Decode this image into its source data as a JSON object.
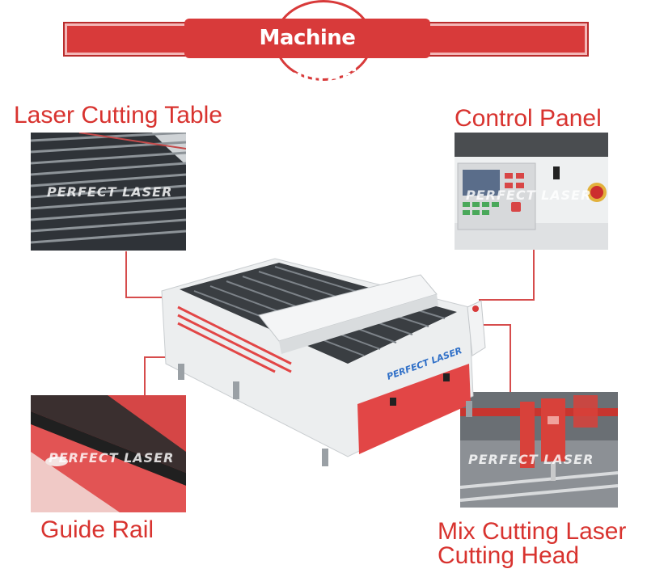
{
  "header": {
    "title": "Machine Configuration"
  },
  "sections": {
    "cutting_table": {
      "label": "Laser Cutting Table",
      "watermark": "PERFECT LASER"
    },
    "control_panel": {
      "label": "Control Panel",
      "watermark": "PERFECT LASER"
    },
    "guide_rail": {
      "label": "Guide Rail",
      "watermark": "PERFECT LASER"
    },
    "cutting_head": {
      "label_line1": "Mix Cutting Laser",
      "label_line2": "Cutting Head",
      "watermark": "PERFECT LASER"
    }
  },
  "machine": {
    "brand": "PERFECT LASER"
  },
  "colors": {
    "accent": "#d83a3a",
    "label": "#d8332f"
  }
}
